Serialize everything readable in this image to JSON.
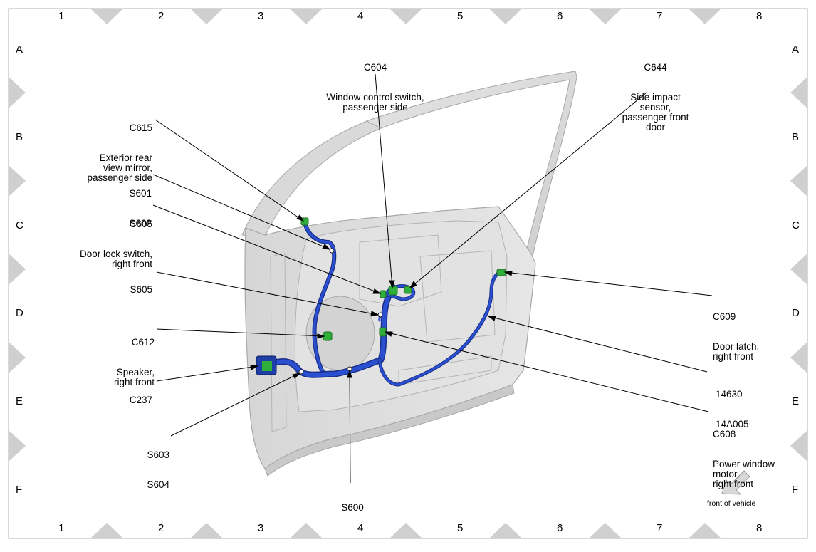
{
  "grid": {
    "columns": [
      "1",
      "2",
      "3",
      "4",
      "5",
      "6",
      "7",
      "8"
    ],
    "rows": [
      "A",
      "B",
      "C",
      "D",
      "E",
      "F"
    ]
  },
  "callouts": {
    "c604": {
      "code": "C604",
      "desc": "Window control switch,\npassenger side"
    },
    "c644": {
      "code": "C644",
      "desc": "Side impact\nsensor,\npassenger front\ndoor"
    },
    "c615": {
      "code": "C615",
      "desc": "Exterior rear\nview mirror,\npassenger side"
    },
    "s601": {
      "code": "S601",
      "desc": "S602"
    },
    "c605": {
      "code": "C605",
      "desc": "Door lock switch,\nright front"
    },
    "s605": {
      "code": "S605",
      "desc": ""
    },
    "c612": {
      "code": "C612",
      "desc": "Speaker,\nright front"
    },
    "c237": {
      "code": "C237",
      "desc": ""
    },
    "s603": {
      "code": "S603",
      "desc": "S604"
    },
    "s600": {
      "code": "S600",
      "desc": ""
    },
    "c609": {
      "code": "C609",
      "desc": "Door latch,\nright front"
    },
    "h14630": {
      "code": "14630",
      "desc": "14A005"
    },
    "c608": {
      "code": "C608",
      "desc": "Power window\nmotor,\nright front"
    }
  },
  "front_of_vehicle": "front of vehicle",
  "colors": {
    "harness": "#2a4fd0",
    "harness_dark": "#1a2f8a",
    "connector": "#2fae3a",
    "door": "#dcdcdc",
    "door_edge": "#a8a8a8",
    "frame_border": "#bdbdbd",
    "triangle": "#cfcfcf"
  }
}
